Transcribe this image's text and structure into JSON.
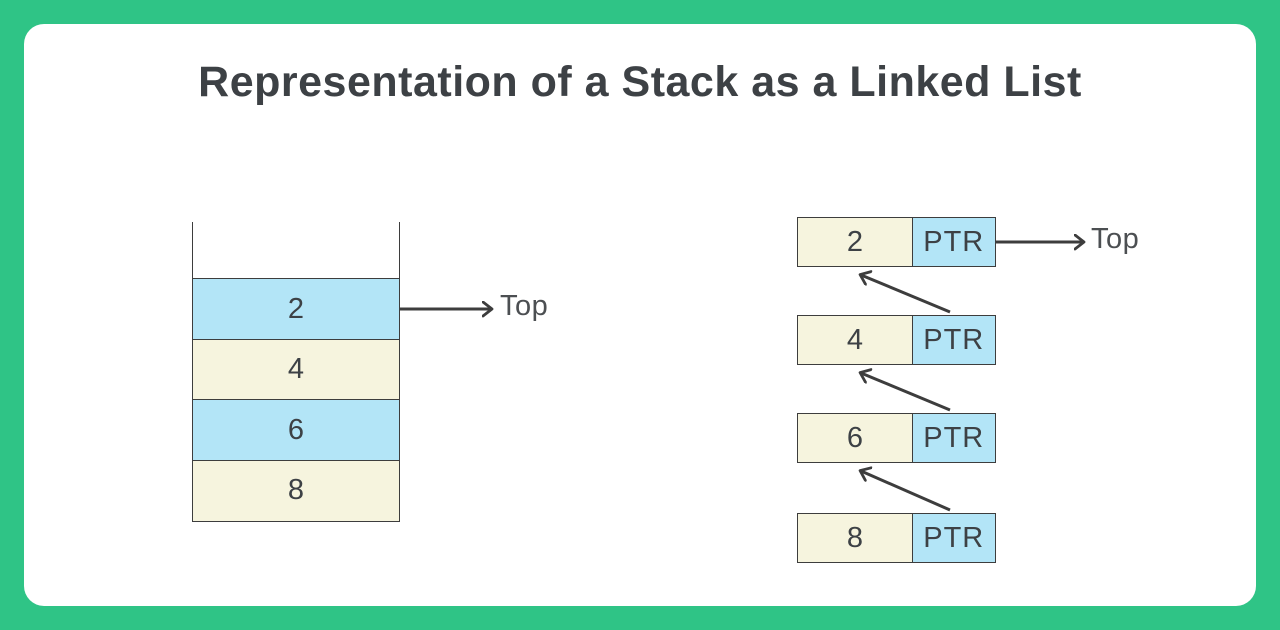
{
  "title": "Representation of a Stack as a Linked List",
  "colors": {
    "frame_green": "#2fc486",
    "card_white": "#ffffff",
    "highlight_blue": "#b3e5f7",
    "cream": "#f6f4de",
    "stroke": "#3d3d3d",
    "title_text": "#3d4145",
    "label_text": "#4c4f52"
  },
  "stack": {
    "top_label": "Top",
    "cells": [
      {
        "value": "2",
        "highlighted": true
      },
      {
        "value": "4",
        "highlighted": false
      },
      {
        "value": "6",
        "highlighted": true
      },
      {
        "value": "8",
        "highlighted": false
      }
    ]
  },
  "linked_list": {
    "top_label": "Top",
    "nodes": [
      {
        "value": "2",
        "pointer_label": "PTR"
      },
      {
        "value": "4",
        "pointer_label": "PTR"
      },
      {
        "value": "6",
        "pointer_label": "PTR"
      },
      {
        "value": "8",
        "pointer_label": "PTR"
      }
    ]
  }
}
